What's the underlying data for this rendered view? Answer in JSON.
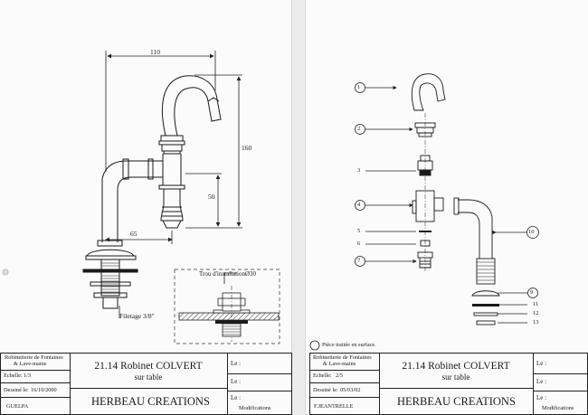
{
  "left_sheet": {
    "dimensions": {
      "width_110": "110",
      "height_160": "160",
      "height_50": "50",
      "reach_65": "65",
      "thread": "Filetage 3/8\"",
      "install_hole": "Trou d'installationØ30"
    },
    "title_block": {
      "company_line1": "Robinetterie de Fontaines",
      "company_line2": "& Lave-mains",
      "scale_label": "Echelle:",
      "scale_value": "1/3",
      "drawn_label": "Dessiné le:",
      "drawn_value": "16/10/2000",
      "drafter": "GUELPA",
      "product_title_line1": "21.14 Robinet COLVERT",
      "product_title_line2": "sur table",
      "brand": "HERBEAU CREATIONS",
      "le1": "Le :",
      "le2": "Le :",
      "le3": "Le :",
      "modifications": "Modifications"
    }
  },
  "right_sheet": {
    "parts": {
      "p1": "1",
      "p2": "2",
      "p3": "3",
      "p4": "4",
      "p5": "5",
      "p6": "6",
      "p7": "7",
      "p9": "9",
      "p10": "10",
      "p11": "11",
      "p12": "12",
      "p13": "13"
    },
    "legend_note": "Pièce traitée en surface.",
    "title_block": {
      "company_line1": "Robinetterie de Fontaines",
      "company_line2": "& Lave-mains",
      "scale_label": "Echelle:",
      "scale_value": "2/5",
      "drawn_label": "Dessiné le:",
      "drawn_value": "05/03/02",
      "drafter": "F.JEANTRELLE",
      "product_title_line1": "21.14 Robinet COLVERT",
      "product_title_line2": "sur table",
      "brand": "HERBEAU CREATIONS",
      "le1": "Le :",
      "le2": "Le :",
      "le3": "Le :",
      "modifications": "Modifications"
    }
  }
}
